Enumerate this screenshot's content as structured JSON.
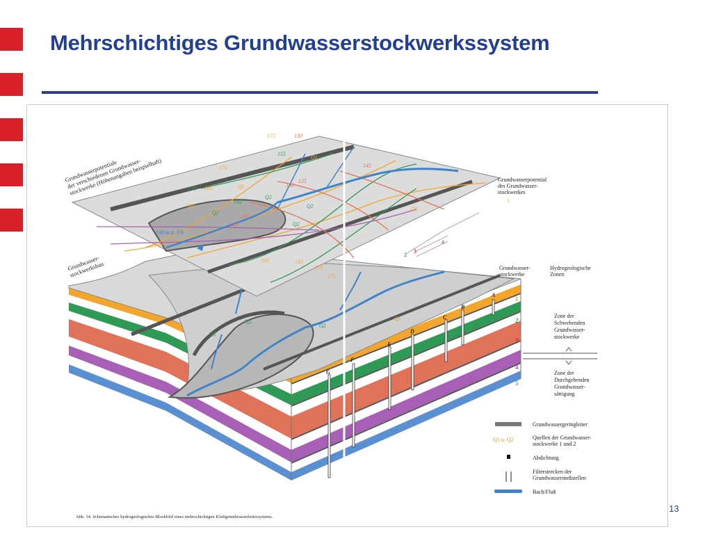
{
  "slide": {
    "title": "Mehrschichtiges Grundwasserstockwerkssystem",
    "page_number": "13",
    "accent_color": "#d81f2a",
    "title_color": "#233f8f"
  },
  "figure": {
    "top_panel_label": "Grundwasserpotentiale der verschiedenen Grundwasser-stockwerke (Höhenangaben beispielhaft)",
    "top_panel_label_lines": [
      "Grundwasserpotentiale",
      "der verschiedenen Grundwasser-",
      "stockwerke (Höhenangaben beispielhaft)"
    ],
    "block_label_lines": [
      "Grundwasser-",
      "stockwerksbau"
    ],
    "potential_legend": {
      "lines": [
        "Grundwasserpotential",
        "des Grundwasser-",
        "stockwerkes"
      ],
      "numbers": [
        "1",
        "2",
        "3",
        "4"
      ]
    },
    "contour_labels": [
      "175",
      "130",
      "155",
      "Q1",
      "145",
      "170",
      "125",
      "165",
      "140",
      "150",
      "Q1",
      "160",
      "145",
      "Q2",
      "130",
      "Q2",
      "135",
      "Q2",
      "Q2",
      "140 m ü. NN",
      "Q1",
      "160",
      "165",
      "170",
      "175"
    ],
    "right_headers": [
      "Grundwasser-",
      "stockwerke",
      "Hydrogeologische",
      "Zonen"
    ],
    "layer_numbers": [
      "1",
      "2",
      "3",
      "4",
      "5"
    ],
    "zone_upper": [
      "Zone der",
      "Schwebenden",
      "Grundwasser-",
      "stockwerke"
    ],
    "zone_lower": [
      "Zone der",
      "Durchgehenden",
      "Grundwasser-",
      "sättigung"
    ],
    "well_letters": [
      "A",
      "B",
      "C",
      "D",
      "E",
      "F",
      "G"
    ],
    "block_spring_labels": [
      "Q1",
      "Q2",
      "Q2",
      "Q2",
      "Q1"
    ],
    "legend": {
      "aquitard": "Grundwassergeringleiter",
      "springs_symbol": "Q1 u. Q2",
      "springs_line1": "Quellen der Grundwasser-",
      "springs_line2": "stockwerke 1 und 2",
      "seal": "Abdichtung",
      "filter_line1": "Filterstrecken der",
      "filter_line2": "Grundwassermeßstellen",
      "stream": "Bach/Fluß"
    },
    "caption": "Abb. 14. Schematisches hydrogeologisches Blockbild eines mehrschichtigen Kluftgrundwasserleitersystems."
  }
}
